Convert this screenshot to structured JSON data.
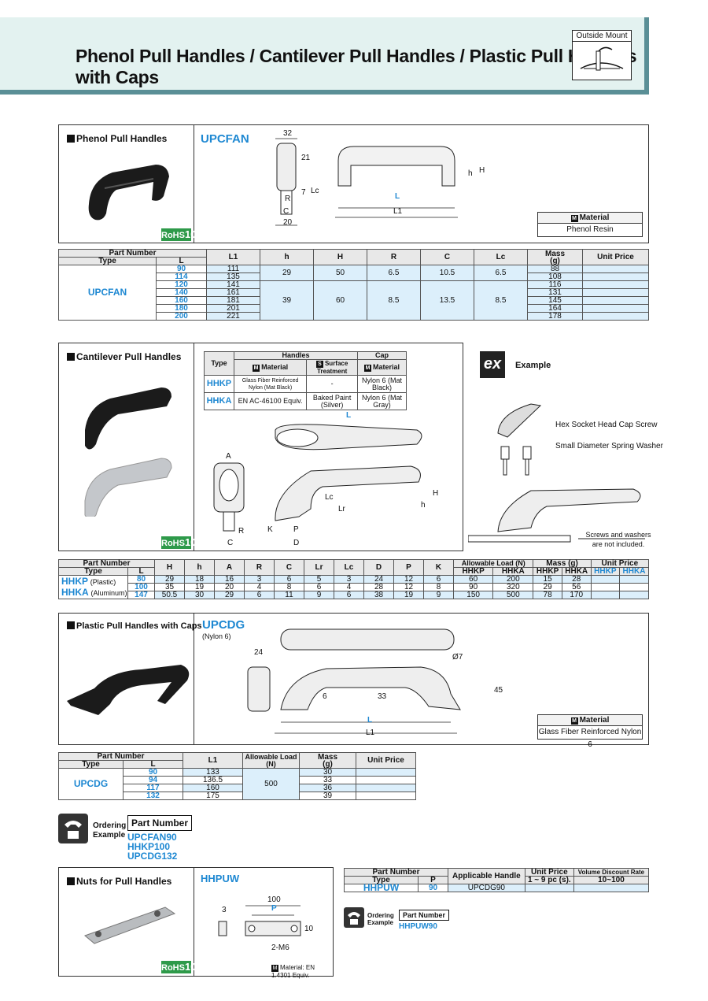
{
  "header": {
    "title": "Phenol Pull Handles / Cantilever Pull Handles / Plastic Pull Handles with Caps",
    "mount_label": "Outside Mount"
  },
  "rohs": {
    "text": "RoHS",
    "num": "10"
  },
  "phenol": {
    "title": "Phenol Pull Handles",
    "model": "UPCFAN",
    "material_label": "Material",
    "material_value": "Phenol Resin",
    "dims": {
      "d32": "32",
      "d21": "21",
      "d7": "7",
      "dR": "R",
      "dC": "C",
      "dLc": "Lc",
      "d20": "20",
      "dh": "h",
      "dH": "H",
      "dL": "L",
      "dL1": "L1"
    },
    "table": {
      "headers": {
        "part_number": "Part Number",
        "type": "Type",
        "l": "L",
        "l1": "L1",
        "h": "h",
        "H": "H",
        "R": "R",
        "C": "C",
        "Lc": "Lc",
        "mass": "Mass",
        "mass_unit": "(g)",
        "unit_price": "Unit Price"
      },
      "type": "UPCFAN",
      "rows": [
        {
          "L": "90",
          "L1": "111",
          "mass": "88"
        },
        {
          "L": "114",
          "L1": "135",
          "mass": "108"
        },
        {
          "L": "120",
          "L1": "141",
          "mass": "116"
        },
        {
          "L": "140",
          "L1": "161",
          "mass": "131"
        },
        {
          "L": "160",
          "L1": "181",
          "mass": "145"
        },
        {
          "L": "180",
          "L1": "201",
          "mass": "164"
        },
        {
          "L": "200",
          "L1": "221",
          "mass": "178"
        }
      ],
      "group1": {
        "h": "29",
        "H": "50",
        "R": "6.5",
        "C": "10.5",
        "Lc": "6.5"
      },
      "group2": {
        "h": "39",
        "H": "60",
        "R": "8.5",
        "C": "13.5",
        "Lc": "8.5"
      }
    }
  },
  "cantilever": {
    "title": "Cantilever Pull Handles",
    "spec": {
      "type": "Type",
      "handles": "Handles",
      "cap": "Cap",
      "material": "Material",
      "surface": "Surface Treatment",
      "rows": [
        {
          "type": "HHKP",
          "material": "Glass Fiber Reinforced Nylon (Mat Black)",
          "surface": "-",
          "cap": "Nylon 6 (Mat Black)"
        },
        {
          "type": "HHKA",
          "material": "EN AC-46100 Equiv.",
          "surface": "Baked Paint (Silver)",
          "cap": "Nylon 6 (Mat Gray)"
        }
      ]
    },
    "example": {
      "ex": "ex",
      "label": "Example",
      "screw": "Hex Socket Head Cap Screw",
      "washer": "Small Diameter Spring Washer",
      "note": "Screws and washers are not included."
    },
    "dims": {
      "L": "L",
      "A": "A",
      "R": "R",
      "C": "C",
      "K": "K",
      "P": "P",
      "D": "D",
      "Lc": "Lc",
      "Lr": "Lr",
      "h": "h",
      "H": "H"
    },
    "table": {
      "headers": {
        "part_number": "Part Number",
        "type": "Type",
        "L": "L",
        "H": "H",
        "h": "h",
        "A": "A",
        "R": "R",
        "C": "C",
        "Lr": "Lr",
        "Lc": "Lc",
        "D": "D",
        "P": "P",
        "K": "K",
        "load": "Allowable Load (N)",
        "mass": "Mass (g)",
        "price": "Unit Price",
        "hhkp": "HHKP",
        "hhka": "HHKA"
      },
      "type1": "HHKP",
      "type1_note": "(Plastic)",
      "type2": "HHKA",
      "type2_note": "(Aluminum)",
      "rows": [
        {
          "L": "80",
          "H": "29",
          "h": "18",
          "A": "16",
          "R": "3",
          "C": "6",
          "Lr": "5",
          "Lc": "3",
          "D": "24",
          "P": "12",
          "K": "6",
          "loadP": "60",
          "loadA": "200",
          "massP": "15",
          "massA": "28"
        },
        {
          "L": "100",
          "H": "35",
          "h": "19",
          "A": "20",
          "R": "4",
          "C": "8",
          "Lr": "6",
          "Lc": "4",
          "D": "28",
          "P": "12",
          "K": "8",
          "loadP": "90",
          "loadA": "320",
          "massP": "29",
          "massA": "56"
        },
        {
          "L": "147",
          "H": "50.5",
          "h": "30",
          "A": "29",
          "R": "6",
          "C": "11",
          "Lr": "9",
          "Lc": "6",
          "D": "38",
          "P": "19",
          "K": "9",
          "loadP": "150",
          "loadA": "500",
          "massP": "78",
          "massA": "170"
        }
      ]
    }
  },
  "plastic": {
    "title": "Plastic Pull Handles with Caps",
    "model": "UPCDG",
    "model_note": "(Nylon 6)",
    "material_label": "Material",
    "material_value": "Glass Fiber Reinforced Nylon 6",
    "dims": {
      "d24": "24",
      "d7": "Ø7",
      "d6": "6",
      "d33": "33",
      "d45": "45",
      "L": "L",
      "L1": "L1"
    },
    "table": {
      "headers": {
        "part_number": "Part Number",
        "type": "Type",
        "L": "L",
        "L1": "L1",
        "load": "Allowable Load",
        "load_unit": "(N)",
        "mass": "Mass",
        "mass_unit": "(g)",
        "price": "Unit Price"
      },
      "type": "UPCDG",
      "load": "500",
      "rows": [
        {
          "L": "90",
          "L1": "133",
          "mass": "30"
        },
        {
          "L": "94",
          "L1": "136.5",
          "mass": "33"
        },
        {
          "L": "117",
          "L1": "160",
          "mass": "36"
        },
        {
          "L": "132",
          "L1": "175",
          "mass": "39"
        }
      ]
    }
  },
  "ordering1": {
    "label1": "Ordering",
    "label2": "Example",
    "pn": "Part Number",
    "items": [
      "UPCFAN90",
      "HHKP100",
      "UPCDG132"
    ]
  },
  "nuts": {
    "title": "Nuts for Pull Handles",
    "model": "HHPUW",
    "dims": {
      "d3": "3",
      "d100": "100",
      "dP": "P",
      "d10": "10",
      "dM6": "2-M6"
    },
    "material_note": "Material: EN 1.4301 Equiv.",
    "table": {
      "headers": {
        "part_number": "Part Number",
        "type": "Type",
        "P": "P",
        "app": "Applicable Handle",
        "price": "Unit Price",
        "price_sub": "1 ~ 9 pc (s).",
        "vol": "Volume Discount Rate",
        "vol_sub": "10~100"
      },
      "type": "HHPUW",
      "P": "90",
      "app": "UPCDG90"
    }
  },
  "ordering2": {
    "label1": "Ordering",
    "label2": "Example",
    "pn": "Part Number",
    "items": [
      "HHPUW90"
    ]
  }
}
